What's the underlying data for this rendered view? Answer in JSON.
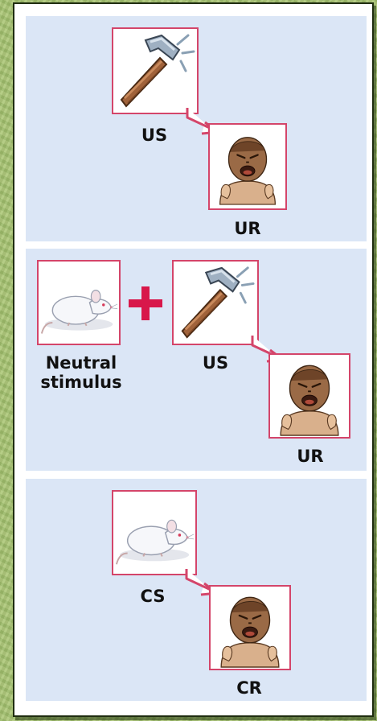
{
  "panels": [
    {
      "stimulus_label": "US",
      "response_label": "UR"
    },
    {
      "neutral_label": "Neutral\nstimulus",
      "stimulus_label": "US",
      "response_label": "UR"
    },
    {
      "stimulus_label": "CS",
      "response_label": "CR"
    }
  ],
  "icons": {
    "hammer": "hammer-icon",
    "baby": "crying-baby-icon",
    "rat": "white-rat-icon",
    "plus": "plus-icon",
    "arrow": "arrow-icon"
  },
  "colors": {
    "card_border": "#d4456a",
    "plus": "#d8174a",
    "panel_bg": "#dbe6f6"
  }
}
